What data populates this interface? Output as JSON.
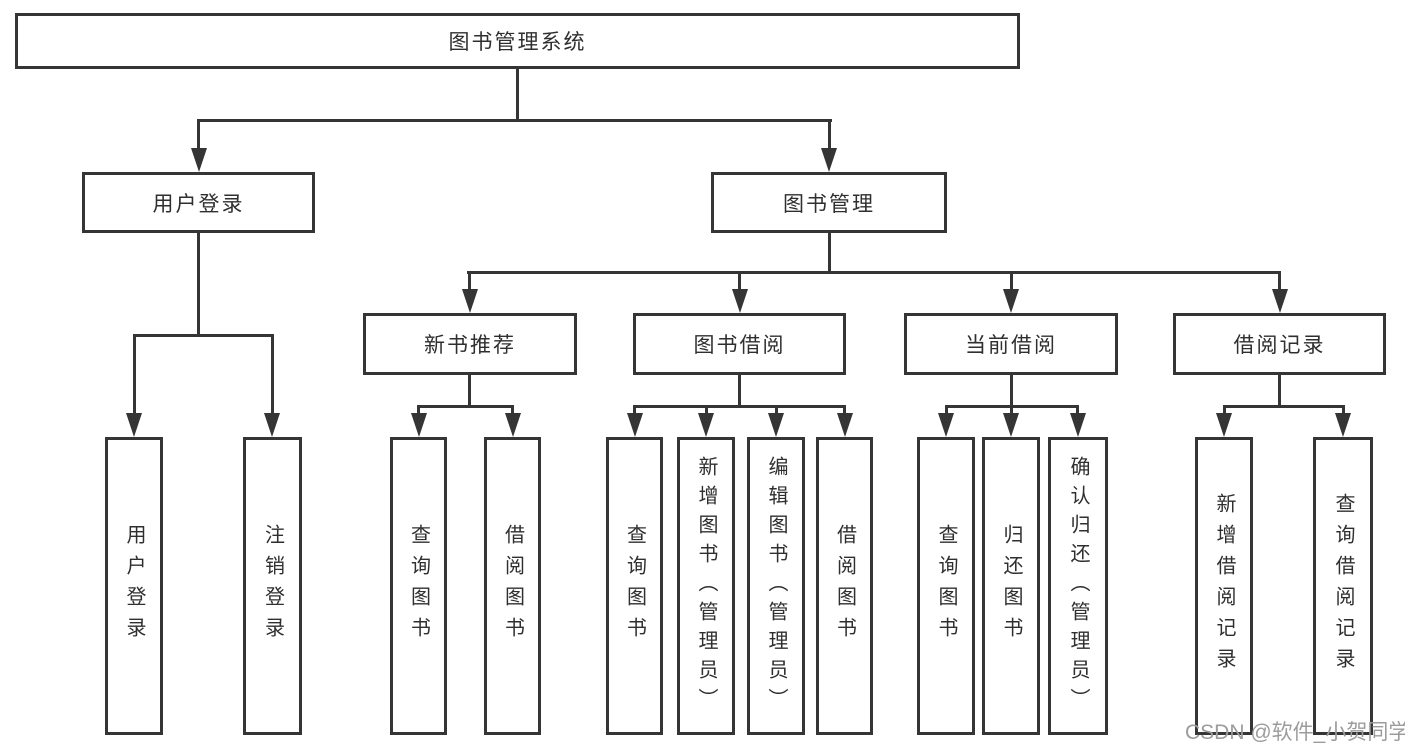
{
  "colors": {
    "line": "#353535",
    "text": "#2f2f2f",
    "watermark": "#9c9c9c",
    "background": "#ffffff"
  },
  "nodes": {
    "root": "图书管理系统",
    "level2": [
      "用户登录",
      "图书管理"
    ],
    "level3": [
      "新书推荐",
      "图书借阅",
      "当前借阅",
      "借阅记录"
    ],
    "leaves": [
      "用户登录",
      "注销登录",
      "查询图书",
      "借阅图书",
      "查询图书",
      "新增图书（管理员）",
      "编辑图书（管理员）",
      "借阅图书",
      "查询图书",
      "归还图书",
      "确认归还（管理员）",
      "新增借阅记录",
      "查询借阅记录"
    ]
  },
  "watermark": "CSDN @软件_小贺同学"
}
